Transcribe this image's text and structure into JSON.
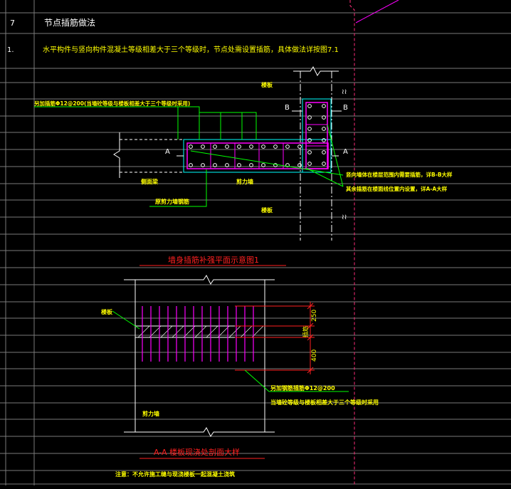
{
  "colors": {
    "background": "#000000",
    "white": "#ffffff",
    "yellow": "#ffff00",
    "magenta": "#ff00ff",
    "green": "#00ff00",
    "cyan": "#00ffff",
    "red": "#ff2020",
    "grid": "#7a7a7a",
    "frame": "#ff2d7a"
  },
  "table": {
    "row_num": "7",
    "section_title": "节点插筋做法",
    "item_num": "1.",
    "item_text": "水平构件与竖向构件混凝土等级相差大于三个等级时，节点处需设置插筋，具体做法详按图7.1"
  },
  "plan": {
    "label_slab_top": "楼板",
    "label_slab_bottom": "楼板",
    "label_shear_wall": "剪力墙",
    "label_beam_left": "侧面梁",
    "label_dowel_note": "另加插筋Φ12@200(当墙砼等级与楼板相差大于三个等级时采用)",
    "label_wall_rebar": "原剪力墙钢筋",
    "label_note_bb": "竖向墙体在楼层范围内需要插筋，详B-B大样",
    "label_note_aa": "其余插筋在楼面线位置内设置，详A-A大样",
    "section_a_left": "A",
    "section_a_right": "A",
    "section_b_left": "B",
    "section_b_right": "B",
    "title": "墙身插筋补强平面示意图1"
  },
  "section": {
    "label_slab": "楼板",
    "label_shear_wall": "剪力墙",
    "dim_250": "250",
    "dim_400": "400",
    "dim_mid": "插筋",
    "note_line1": "另加钢筋插筋Φ12@200",
    "note_line2": "当墙砼等级与楼板相差大于三个等级时采用",
    "title": "A-A 楼板现浇处剖面大样",
    "footnote": "注意：不允许施工缝与现浇楼板一起混凝土浇筑"
  }
}
